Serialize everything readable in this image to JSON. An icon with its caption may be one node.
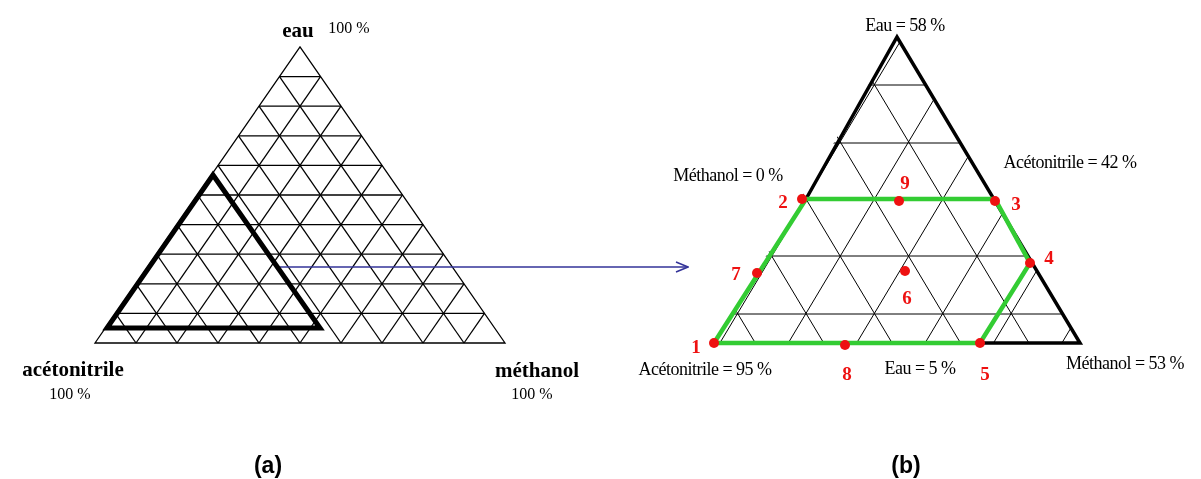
{
  "diagram": {
    "nodes": [
      {
        "text": [],
        "shape": "triangle"
      },
      {
        "text": [],
        "shape": "picture"
      }
    ],
    "edges": [
      {
        "from": 0,
        "to": 1,
        "arrow": "to",
        "color": "#333399"
      }
    ],
    "labels": [
      "eau",
      "100 %",
      "acétonitrile",
      "100 %",
      "méthanol",
      "100 %",
      "(a)",
      "Eau = 58 %",
      "Méthanol = 0 %",
      "Acétonitrile = 42 %",
      "9",
      "2",
      "3",
      "4",
      "7",
      "6",
      "1",
      "Acétonitrile = 95 %",
      "8",
      "Eau = 5 %",
      "5",
      "Méthanol = 53 %",
      "(b)"
    ]
  }
}
